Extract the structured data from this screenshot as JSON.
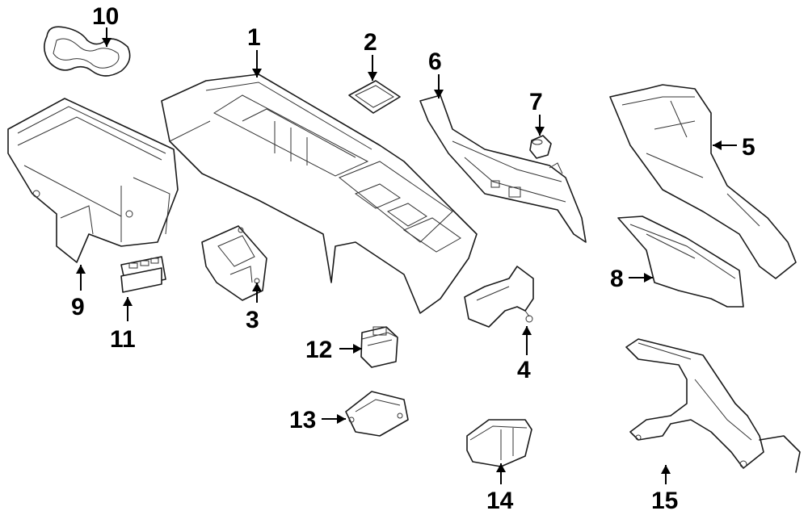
{
  "callouts": [
    {
      "number": "1"
    },
    {
      "number": "2"
    },
    {
      "number": "3"
    },
    {
      "number": "4"
    },
    {
      "number": "5"
    },
    {
      "number": "6"
    },
    {
      "number": "7"
    },
    {
      "number": "8"
    },
    {
      "number": "9"
    },
    {
      "number": "10"
    },
    {
      "number": "11"
    },
    {
      "number": "12"
    },
    {
      "number": "13"
    },
    {
      "number": "14"
    },
    {
      "number": "15"
    }
  ],
  "colors": {
    "line": "#1a1a1a",
    "background": "#ffffff"
  }
}
